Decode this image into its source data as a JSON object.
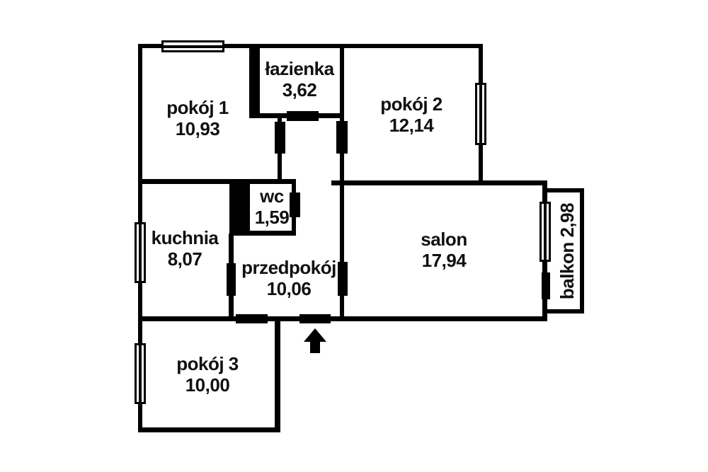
{
  "floorplan": {
    "rooms": {
      "pokoj1": {
        "name": "pokój 1",
        "area": "10,93"
      },
      "lazienka": {
        "name": "łazienka",
        "area": "3,62"
      },
      "pokoj2": {
        "name": "pokój 2",
        "area": "12,14"
      },
      "wc": {
        "name": "wc",
        "area": "1,59"
      },
      "kuchnia": {
        "name": "kuchnia",
        "area": "8,07"
      },
      "przedpokoj": {
        "name": "przedpokój",
        "area": "10,06"
      },
      "salon": {
        "name": "salon",
        "area": "17,94"
      },
      "pokoj3": {
        "name": "pokój 3",
        "area": "10,00"
      },
      "balkon": {
        "name": "balkon",
        "area": "2,98"
      }
    },
    "entrance": {
      "symbol": "up-arrow"
    },
    "colors": {
      "wall": "#000000",
      "background": "#ffffff",
      "text": "#111111"
    }
  }
}
